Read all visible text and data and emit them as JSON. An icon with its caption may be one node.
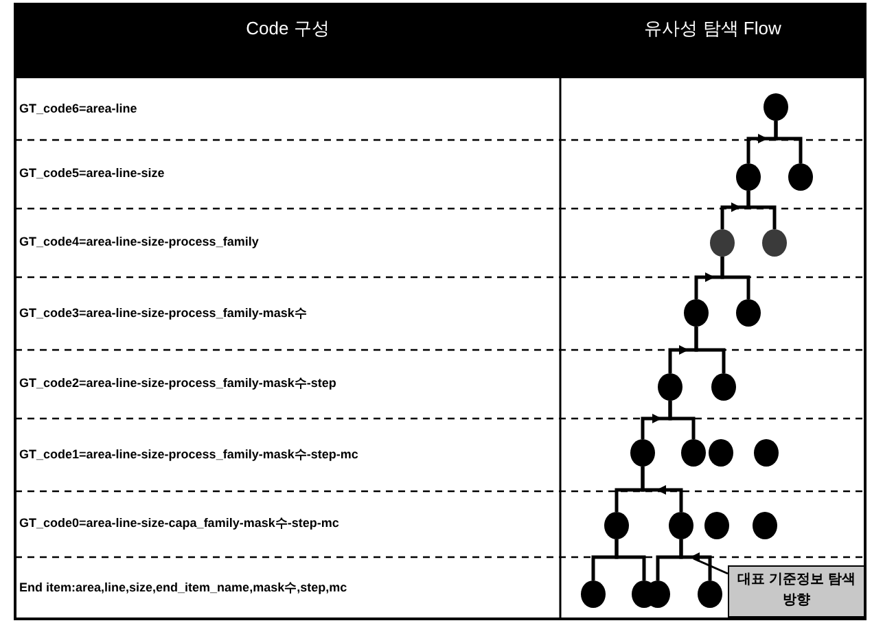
{
  "diagram": {
    "nodes": [
      {
        "text": [],
        "shape": "circle"
      },
      {
        "text": [],
        "shape": "circle"
      },
      {
        "text": [],
        "shape": "circle"
      },
      {
        "text": [],
        "shape": "circle"
      },
      {
        "text": [],
        "shape": "circle"
      },
      {
        "text": [],
        "shape": "circle"
      },
      {
        "text": [],
        "shape": "circle"
      },
      {
        "text": [],
        "shape": "circle"
      },
      {
        "text": [],
        "shape": "circle"
      },
      {
        "text": [],
        "shape": "circle"
      },
      {
        "text": [],
        "shape": "circle"
      },
      {
        "text": [],
        "shape": "circle"
      },
      {
        "text": [],
        "shape": "circle"
      },
      {
        "text": [],
        "shape": "circle"
      },
      {
        "text": [],
        "shape": "circle"
      },
      {
        "text": [],
        "shape": "circle"
      },
      {
        "text": [],
        "shape": "circle"
      },
      {
        "text": [],
        "shape": "circle"
      },
      {
        "text": [],
        "shape": "circle"
      },
      {
        "text": [],
        "shape": "circle"
      },
      {
        "text": [],
        "shape": "circle"
      },
      {
        "text": [
          "대표 기준정보 탐색 방향"
        ]
      }
    ],
    "edges": [
      {
        "from": 1,
        "to": 0,
        "arrow": "to"
      },
      {
        "from": 2,
        "to": 0,
        "arrow": "none"
      },
      {
        "from": 3,
        "to": 1,
        "arrow": "to"
      },
      {
        "from": 4,
        "to": 1,
        "arrow": "none"
      },
      {
        "from": 5,
        "to": 3,
        "arrow": "to"
      },
      {
        "from": 6,
        "to": 3,
        "arrow": "none"
      },
      {
        "from": 7,
        "to": 5,
        "arrow": "to"
      },
      {
        "from": 8,
        "to": 5,
        "arrow": "none"
      },
      {
        "from": 9,
        "to": 7,
        "arrow": "to"
      },
      {
        "from": 10,
        "to": 7,
        "arrow": "none"
      },
      {
        "from": 13,
        "to": 9,
        "arrow": "none"
      },
      {
        "from": 14,
        "to": 9,
        "arrow": "to"
      },
      {
        "from": 17,
        "to": 13,
        "arrow": "none"
      },
      {
        "from": 18,
        "to": 13,
        "arrow": "none"
      },
      {
        "from": 19,
        "to": 14,
        "arrow": "none"
      },
      {
        "from": 20,
        "to": 14,
        "arrow": "to"
      },
      {
        "from": 21,
        "to": null,
        "arrow": "none"
      }
    ],
    "labels": [
      "Code 구성",
      "유사성 탐색 Flow",
      "GT_code6=area-line",
      "GT_code5=area-line-size",
      "GT_code4=area-line-size-process_family",
      "GT_code3=area-line-size-process_family-mask수",
      "GT_code2=area-line-size-process_family-mask수-step",
      "GT_code1=area-line-size-process_family-mask수-step-mc",
      "GT_code0=area-line-size-capa_family-mask수-step-mc",
      "End item:area,line,size,end_item_name,mask수,step,mc"
    ]
  }
}
